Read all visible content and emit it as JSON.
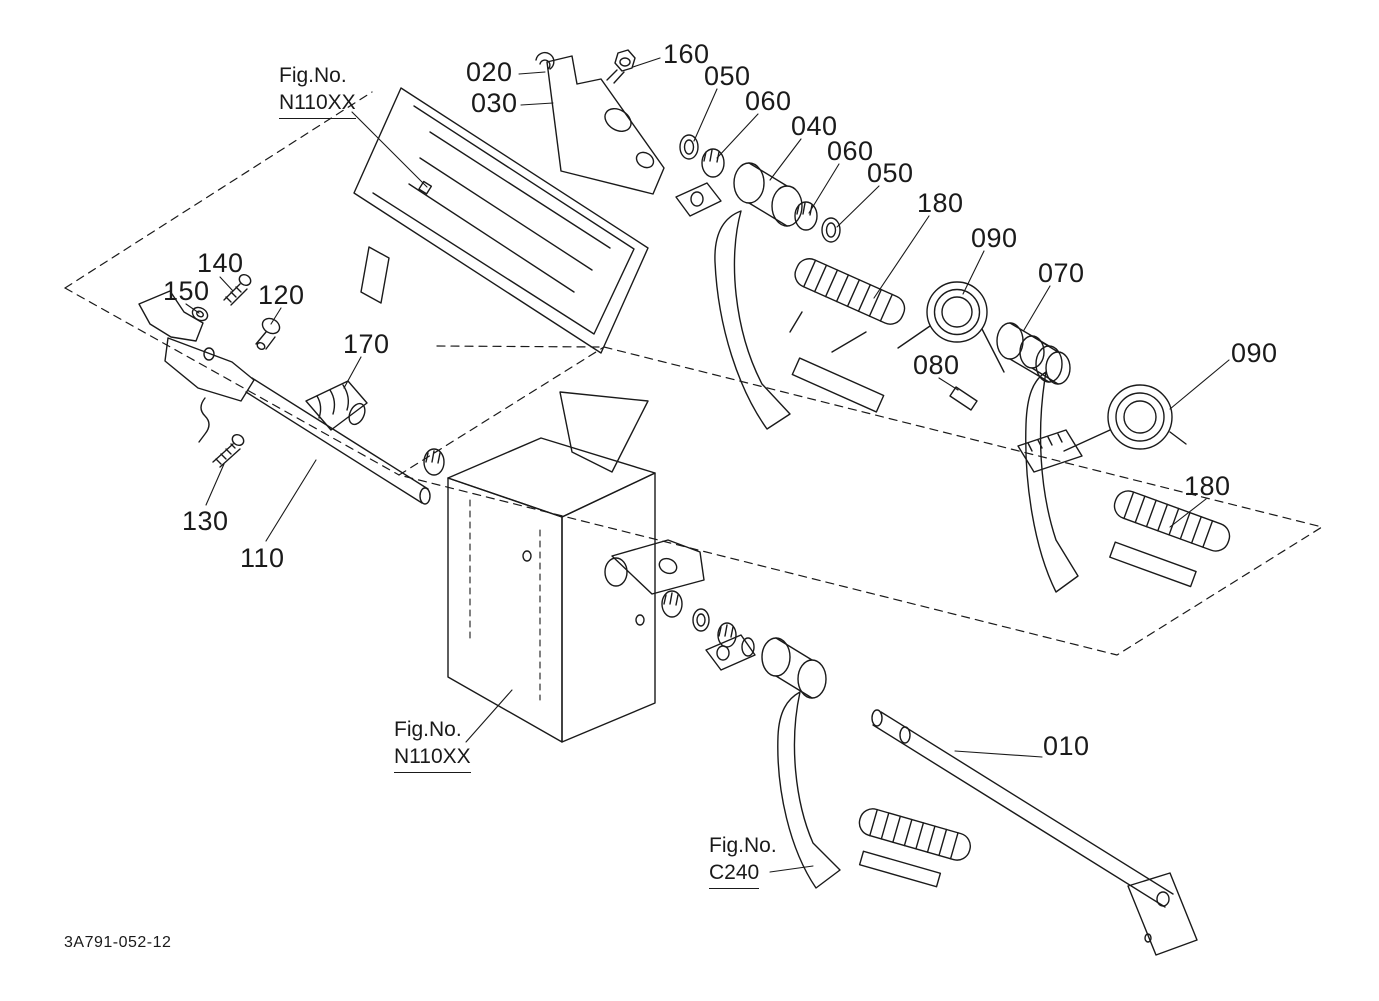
{
  "colors": {
    "line": "#1a1a1a",
    "background": "#ffffff"
  },
  "drawing": {
    "code": "3A791-052-12"
  },
  "figure_refs": [
    {
      "label": "Fig.No.",
      "code": "N110XX"
    },
    {
      "label": "Fig.No.",
      "code": "N110XX"
    },
    {
      "label": "Fig.No.",
      "code": "C240"
    }
  ],
  "part_labels": [
    {
      "ref": "020"
    },
    {
      "ref": "160"
    },
    {
      "ref": "030"
    },
    {
      "ref": "050"
    },
    {
      "ref": "060"
    },
    {
      "ref": "040"
    },
    {
      "ref": "060"
    },
    {
      "ref": "050"
    },
    {
      "ref": "180"
    },
    {
      "ref": "090"
    },
    {
      "ref": "070"
    },
    {
      "ref": "090"
    },
    {
      "ref": "140"
    },
    {
      "ref": "150"
    },
    {
      "ref": "120"
    },
    {
      "ref": "170"
    },
    {
      "ref": "080"
    },
    {
      "ref": "130"
    },
    {
      "ref": "110"
    },
    {
      "ref": "180"
    },
    {
      "ref": "010"
    }
  ]
}
